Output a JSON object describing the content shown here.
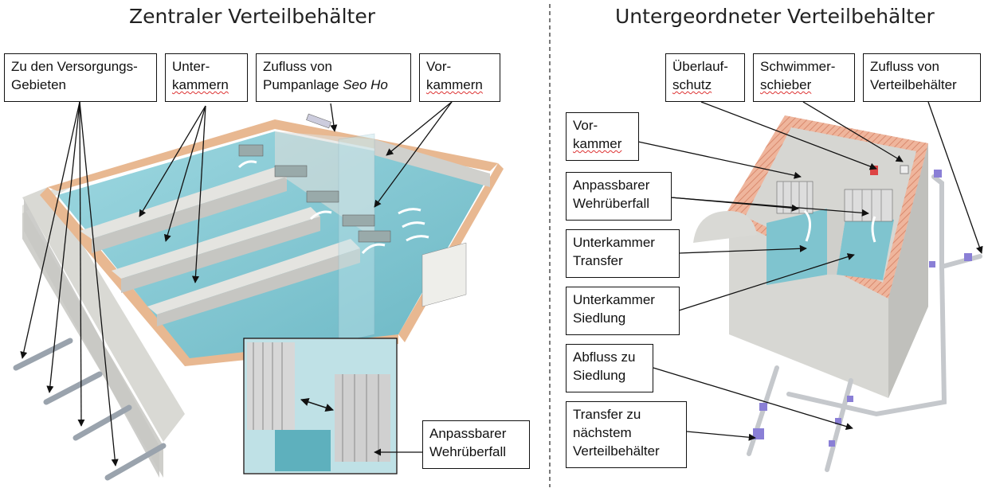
{
  "left": {
    "title": "Zentraler Verteilbehälter",
    "labels": {
      "supply": [
        "Zu den Versorgungs-",
        "Gebieten"
      ],
      "subchambers": [
        "Unter-",
        "kammern"
      ],
      "inflow": [
        "Zufluss von",
        "Pumpanlage ",
        "Seo Ho"
      ],
      "prechambers": [
        "Vor-",
        "kammern"
      ],
      "weir": [
        "Anpassbarer",
        "Wehrüberfall"
      ]
    }
  },
  "right": {
    "title": "Untergeordneter Verteilbehälter",
    "labels": {
      "overflow": [
        "Überlauf-",
        "schutz"
      ],
      "float": [
        "Schwimmer-",
        "schieber"
      ],
      "inflow": [
        "Zufluss von",
        "Verteilbehälter"
      ],
      "prechamber": [
        "Vor-",
        "kammer"
      ],
      "weir": [
        "Anpassbarer",
        "Wehrüberfall"
      ],
      "transfer_chamber": [
        "Unterkammer",
        "Transfer"
      ],
      "settlement_chamber": [
        "Unterkammer",
        "Siedlung"
      ],
      "outflow": [
        "Abfluss zu",
        "Siedlung"
      ],
      "transfer_next": [
        "Transfer zu",
        "nächstem",
        "Verteilbehälter"
      ]
    }
  },
  "colors": {
    "water": "#7cc3cf",
    "water_light": "#a9dde5",
    "concrete": "#d6d6d2",
    "concrete_dark": "#b9b9b5",
    "wall_top": "#e8b891",
    "hatch": "#e9a78d",
    "pipe": "#c9ccd0",
    "valve": "#8a7fd6"
  }
}
